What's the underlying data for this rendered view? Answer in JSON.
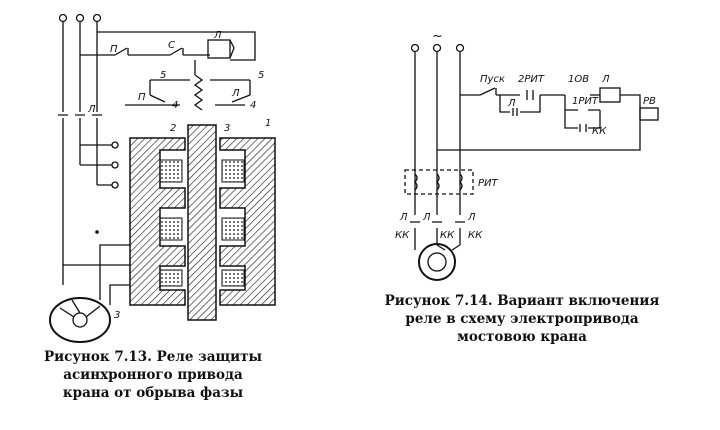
{
  "figure_left": {
    "caption_lines": [
      "Рисунок 7.13. Реле защиты",
      "асинхронного привода",
      "крана от обрыва фазы"
    ],
    "labels": {
      "l_contact": "Л",
      "p_contact": "П",
      "c_contact": "С",
      "relay_top": "Л",
      "five_left": "5",
      "five_right": "5",
      "p_lower": "П",
      "l_lower": "Л",
      "four_left": "4",
      "four_right": "4",
      "part1": "1",
      "part2": "2",
      "part3": "3",
      "motor": "3",
      "line_l": "Л"
    }
  },
  "figure_right": {
    "caption_lines": [
      "Рисунок 7.14. Вариант включения",
      "реле в схему электропривода",
      "мостовою крана"
    ],
    "labels": {
      "tilde": "~",
      "pusk": "Пуск",
      "rit2": "2РИТ",
      "l_contact": "Л",
      "v1": "1ОВ",
      "rit1": "1РИТ",
      "l_coil": "Л",
      "rv": "РВ",
      "kk": "КК",
      "rit_box": "РИТ",
      "l1": "Л",
      "l2": "Л",
      "l3": "Л",
      "kk1": "КК",
      "kk2": "КК",
      "kk3": "КК"
    }
  }
}
